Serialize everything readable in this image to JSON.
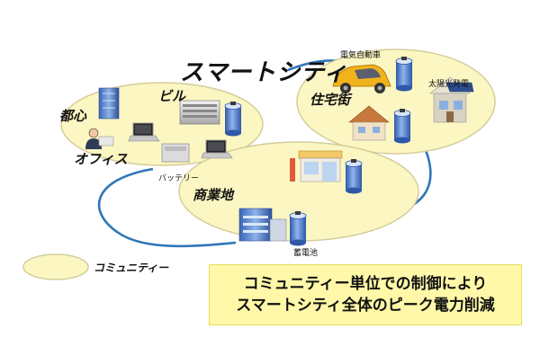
{
  "diagram": {
    "title": "スマートシティ",
    "zones": {
      "toshin": "都心",
      "office": "オフィス",
      "building": "ビル",
      "residential": "住宅街",
      "commercial": "商業地"
    },
    "item_labels": {
      "ev": "電気自動車",
      "solar": "太陽光発電",
      "battery": "バッテリー",
      "storage_battery": "蓄電池"
    },
    "legend": {
      "label": "コミュニティー"
    },
    "note": {
      "line1": "コミュニティー単位での制御により",
      "line2": "スマートシティ全体のピーク電力削減"
    },
    "colors": {
      "community_fill": "#fcf6c2",
      "community_stroke": "#d4cd9a",
      "grid_line": "#2f76b8",
      "note_fill": "#fff8a8",
      "battery": "#4a78c8"
    },
    "icons": [
      "battery-icon",
      "building-icon",
      "laptop-icon",
      "person-icon",
      "server-icon",
      "car-icon",
      "solar-panel-icon",
      "house-icon",
      "shop-icon",
      "store-icon"
    ]
  }
}
